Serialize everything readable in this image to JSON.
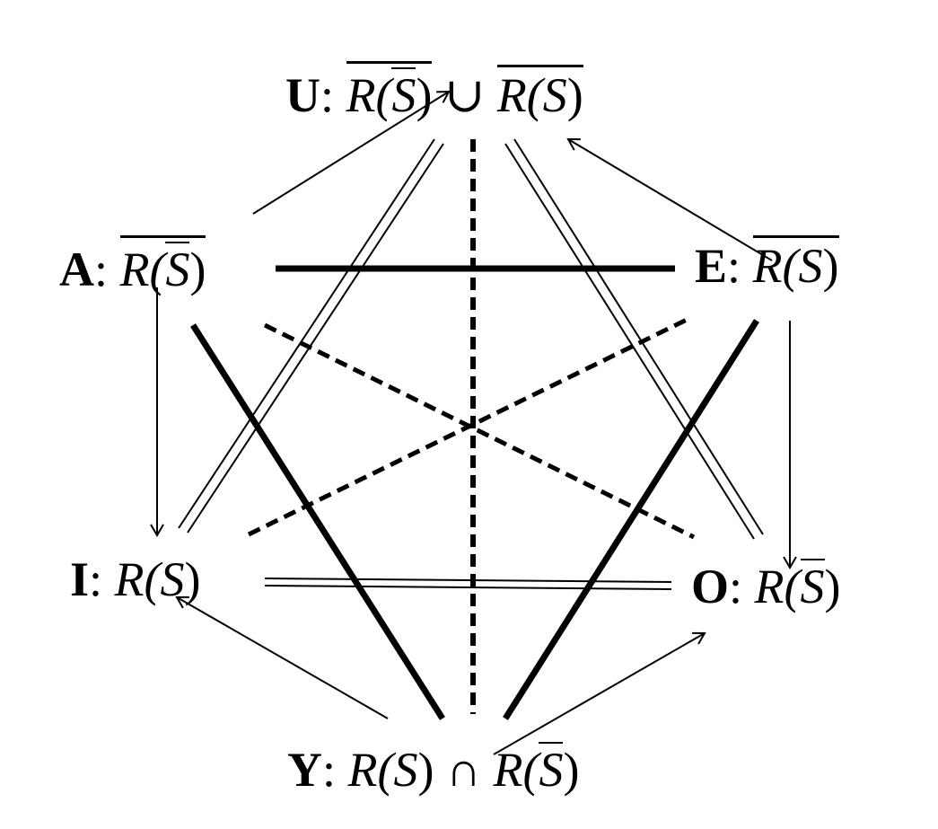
{
  "nodes": {
    "U": {
      "letter": "U",
      "colon": ":",
      "p1": "R(",
      "p2": "S",
      "p3": ")",
      "op": "∪",
      "p4": "R(",
      "p5": "S",
      "p6": ")"
    },
    "A": {
      "letter": "A",
      "colon": ":",
      "p1": "R(",
      "p2": "S",
      "p3": ")"
    },
    "E": {
      "letter": "E",
      "colon": ":",
      "p1": "R(",
      "p2": "S",
      "p3": ")"
    },
    "I": {
      "letter": "I",
      "colon": ":",
      "p1": "R(",
      "p2": "S",
      "p3": ")"
    },
    "O": {
      "letter": "O",
      "colon": ":",
      "p1": "R(",
      "p2": "S",
      "p3": ")"
    },
    "Y": {
      "letter": "Y",
      "colon": ":",
      "p1": "R(",
      "p2": "S",
      "p3": ")",
      "op": "∩",
      "p4": "R(",
      "p5": "S",
      "p6": ")"
    }
  }
}
